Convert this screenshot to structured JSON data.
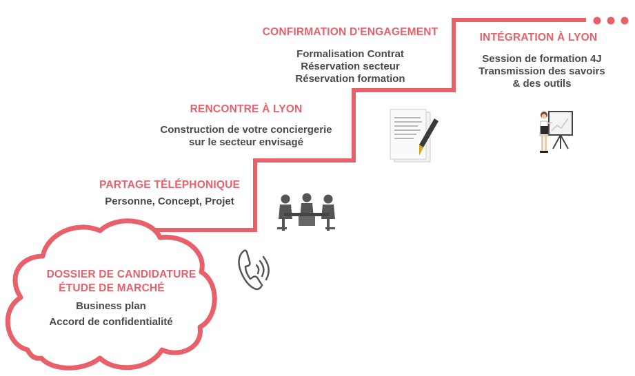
{
  "colors": {
    "accent": "#e8606a",
    "text": "#4a4a4a",
    "icon": "#555555",
    "background": "#ffffff"
  },
  "steps": [
    {
      "titles": [
        "DOSSIER DE CANDIDATURE",
        "ÉTUDE DE MARCHÉ"
      ],
      "lines": [
        "Business plan",
        "Accord de confidentialité"
      ],
      "icon": "phone-icon"
    },
    {
      "title": "PARTAGE TÉLÉPHONIQUE",
      "lines": [
        "Personne, Concept, Projet"
      ],
      "icon": "meeting-icon"
    },
    {
      "title": "RENCONTRE À LYON",
      "lines": [
        "Construction de votre conciergerie",
        "sur le secteur envisagé"
      ],
      "icon": "contract-signing-icon"
    },
    {
      "title": "CONFIRMATION D'ENGAGEMENT",
      "lines": [
        "Formalisation Contrat",
        "Réservation secteur",
        "Réservation formation"
      ],
      "icon": "presenter-icon"
    },
    {
      "title": "INTÉGRATION À LYON",
      "lines": [
        "Session de formation 4J",
        "Transmission des savoirs",
        "& des outils"
      ],
      "icon": "ellipsis-dots-icon"
    }
  ]
}
